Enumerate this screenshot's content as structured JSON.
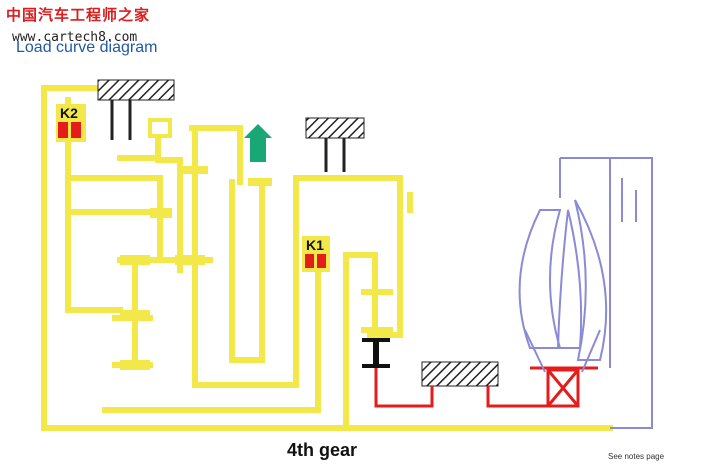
{
  "watermark": {
    "site_name": "中国汽车工程师之家",
    "url": "www.cartech8.com"
  },
  "title": "Load curve diagram",
  "caption": "4th gear",
  "footer_note": "See notes page",
  "clutches": [
    {
      "label": "K2"
    },
    {
      "label": "K1"
    }
  ],
  "colors": {
    "power_flow": "#f2e84a",
    "clutch": "#e41c1c",
    "brake_housing_hatch": "#222222",
    "arrow": "#1aa776",
    "converter": "#8a8ad6",
    "title": "#1f5aa6"
  },
  "arrow": {
    "icon": "up-arrow-icon",
    "direction": "up"
  }
}
